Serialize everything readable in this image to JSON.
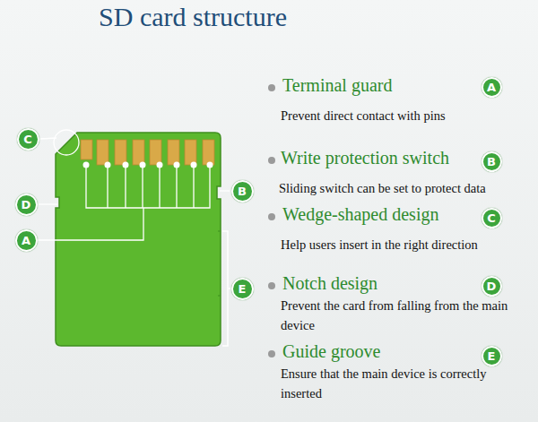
{
  "diagram": {
    "title": "SD card structure",
    "nodes": [
      {
        "text": [
          "C"
        ]
      },
      {
        "text": [
          "B"
        ]
      },
      {
        "text": [
          "D"
        ]
      },
      {
        "text": [
          "A"
        ]
      },
      {
        "text": [
          "E"
        ]
      },
      {
        "text": [
          "A"
        ]
      },
      {
        "text": [
          "B"
        ]
      },
      {
        "text": [
          "C"
        ]
      },
      {
        "text": [
          "D"
        ]
      },
      {
        "text": [
          "E"
        ]
      }
    ],
    "labels": [
      "Terminal guard",
      "Prevent direct contact with pins",
      "Write protection switch",
      "Sliding switch can be set to protect data",
      "Wedge-shaped design",
      "Help users insert in the right direction",
      "Notch design",
      "Prevent the card from falling from the main device",
      "Guide groove",
      "Ensure that the main device is correctly inserted"
    ]
  }
}
